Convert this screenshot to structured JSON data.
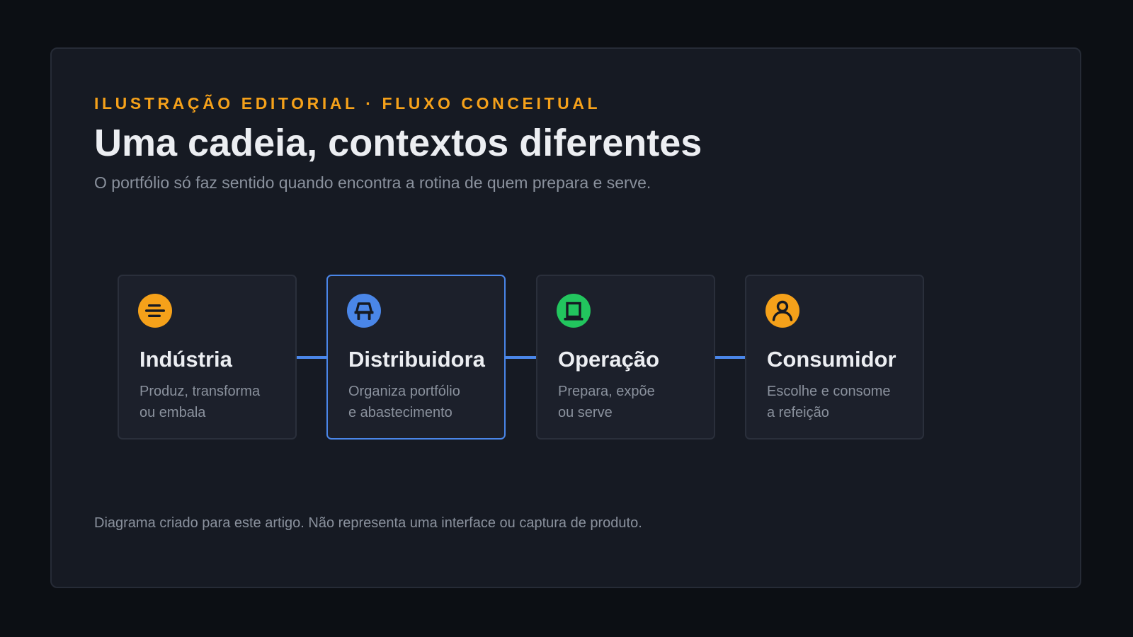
{
  "header": {
    "eyebrow": "ILUSTRAÇÃO EDITORIAL · FLUXO CONCEITUAL",
    "title": "Uma cadeia, contextos diferentes",
    "subtitle": "O portfólio só faz sentido quando encontra a rotina de quem prepara e serve."
  },
  "stages": [
    {
      "title": "Indústria",
      "desc_line1": "Produz, transforma",
      "desc_line2": "ou embala",
      "icon": "industry-icon",
      "icon_color": "#f5a11a",
      "highlighted": false
    },
    {
      "title": "Distribuidora",
      "desc_line1": "Organiza portfólio",
      "desc_line2": "e abastecimento",
      "icon": "distribution-icon",
      "icon_color": "#4a86e8",
      "highlighted": true
    },
    {
      "title": "Operação",
      "desc_line1": "Prepara, expõe",
      "desc_line2": "ou serve",
      "icon": "operation-icon",
      "icon_color": "#22c55e",
      "highlighted": false
    },
    {
      "title": "Consumidor",
      "desc_line1": "Escolhe e consome",
      "desc_line2": "a refeição",
      "icon": "consumer-icon",
      "icon_color": "#f5a11a",
      "highlighted": false
    }
  ],
  "footnote": "Diagrama criado para este artigo. Não representa uma interface ou captura de produto.",
  "colors": {
    "accent_orange": "#f5a11a",
    "accent_blue": "#4a86e8",
    "accent_green": "#22c55e",
    "connector": "#4a86e8"
  }
}
